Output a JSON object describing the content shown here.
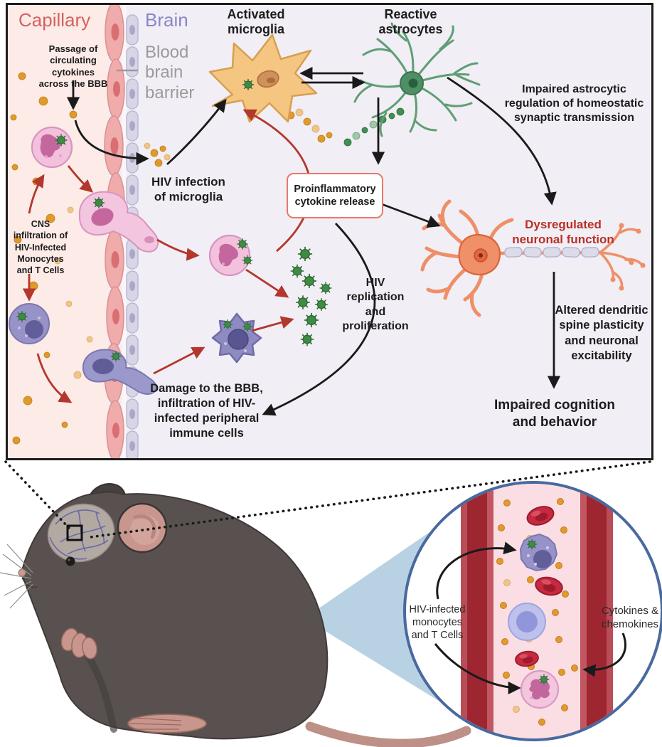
{
  "figure": {
    "panel": {
      "region_labels": {
        "capillary": "Capillary",
        "brain": "Brain",
        "blood_brain_barrier": "Blood\nbrain\nbarrier"
      },
      "annotations": {
        "passage": "Passage of\ncirculating\ncytokines\nacross the BBB",
        "cns_infiltration": "CNS\ninfiltration of\nHIV-Infected\nMonocytes\nand T Cells",
        "hiv_infection": "HIV infection\nof microglia",
        "activated_microglia": "Activated\nmicroglia",
        "reactive_astrocytes": "Reactive\nastrocytes",
        "impaired_astrocytic": "Impaired astrocytic\nregulation of homeostatic\nsynaptic transmission",
        "proinflammatory": "Proinflammatory\ncytokine release",
        "hiv_replication": "HIV\nreplication\nand\nproliferation",
        "damage_bbb": "Damage to the BBB,\ninfiltration of HIV-\ninfected peripheral\nimmune cells",
        "dysregulated": "Dysregulated\nneuronal function",
        "altered_dendritic": "Altered dendritic\nspine plasticity\nand neuronal\nexcitability",
        "impaired_cognition": "Impaired cognition\nand behavior"
      }
    },
    "inset": {
      "hiv_infected_cells": "HIV-infected\nmonocytes\nand T Cells",
      "cytokines_chemokines": "Cytokines &\nchemokines"
    },
    "colors": {
      "capillary_label": "#d66161",
      "brain_label": "#8a86c7",
      "bbb_label": "#9b9b9b",
      "dysregulated_text": "#b93025",
      "red_arrow": "#b3372c",
      "black_arrow": "#1a1a1a",
      "box_border": "#e8796a",
      "inset_circle_border": "#49699f",
      "capillary_bg": "#fcebe6",
      "brain_bg": "#f1eef5",
      "virus_green": "#3f8b45",
      "cytokine_orange": "#e29a2e"
    }
  }
}
